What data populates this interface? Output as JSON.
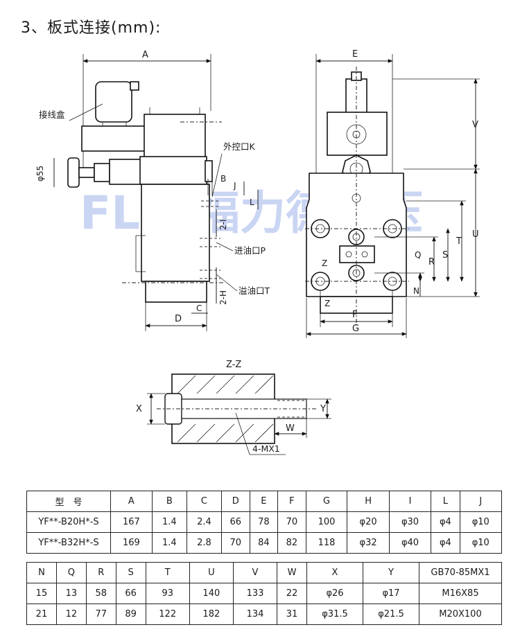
{
  "title": "3、板式连接(mm):",
  "watermark": "FLD 福力德液压",
  "labels": {
    "A": "A",
    "B": "B",
    "C": "C",
    "D": "D",
    "E": "E",
    "F": "F",
    "G": "G",
    "H2": "2-H",
    "I2": "2-I",
    "J": "J",
    "L": "L",
    "N": "N",
    "Q": "Q",
    "R": "R",
    "S": "S",
    "T": "T",
    "U": "U",
    "V": "V",
    "W": "W",
    "X": "X",
    "Y": "Y",
    "Z": "Z",
    "phi55": "φ55",
    "junction_box": "接线盒",
    "external_control_port": "外控口K",
    "inlet_port": "进油口P",
    "overflow_port": "溢油口T",
    "section": "Z-Z",
    "bolts": "4-MX1"
  },
  "table1": {
    "header": [
      "型　号",
      "A",
      "B",
      "C",
      "D",
      "E",
      "F",
      "G",
      "H",
      "I",
      "L",
      "J"
    ],
    "rows": [
      [
        "YF**-B20H*-S",
        "167",
        "1.4",
        "2.4",
        "66",
        "78",
        "70",
        "100",
        "φ20",
        "φ30",
        "φ4",
        "φ10"
      ],
      [
        "YF**-B32H*-S",
        "169",
        "1.4",
        "2.8",
        "70",
        "84",
        "82",
        "118",
        "φ32",
        "φ40",
        "φ4",
        "φ10"
      ]
    ]
  },
  "table2": {
    "header": [
      "N",
      "Q",
      "R",
      "S",
      "T",
      "U",
      "V",
      "W",
      "X",
      "Y",
      "GB70-85MX1"
    ],
    "rows": [
      [
        "15",
        "13",
        "58",
        "66",
        "93",
        "140",
        "133",
        "22",
        "φ26",
        "φ17",
        "M16X85"
      ],
      [
        "21",
        "12",
        "77",
        "89",
        "122",
        "182",
        "134",
        "31",
        "φ31.5",
        "φ21.5",
        "M20X100"
      ]
    ]
  }
}
